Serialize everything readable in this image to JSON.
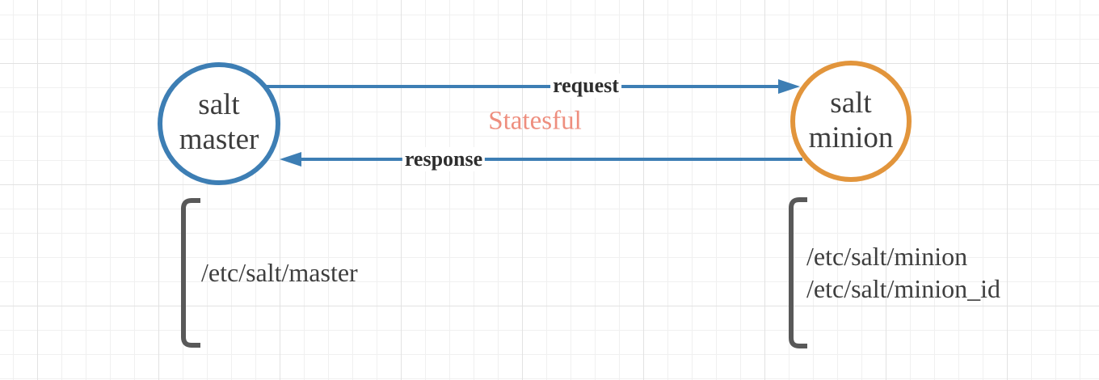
{
  "diagram": {
    "edge_color": "#3d7eb4",
    "bracket_color": "#595959",
    "text_color": "#3e3e3e",
    "nodes": [
      {
        "id": "salt-master",
        "line1": "salt",
        "line2": "master",
        "color": "#3d7eb4"
      },
      {
        "id": "salt-minion",
        "line1": "salt",
        "line2": "minion",
        "color": "#e2953c"
      }
    ],
    "edges": [
      {
        "id": "request",
        "label": "request",
        "from": "salt-master",
        "to": "salt-minion"
      },
      {
        "id": "response",
        "label": "response",
        "from": "salt-minion",
        "to": "salt-master"
      }
    ],
    "annotation": {
      "text": "Statesful",
      "color": "#ee8e7e"
    },
    "config_groups": [
      {
        "node": "salt-master",
        "files": [
          "/etc/salt/master"
        ]
      },
      {
        "node": "salt-minion",
        "files": [
          "/etc/salt/minion",
          "/etc/salt/minion_id"
        ]
      }
    ]
  }
}
